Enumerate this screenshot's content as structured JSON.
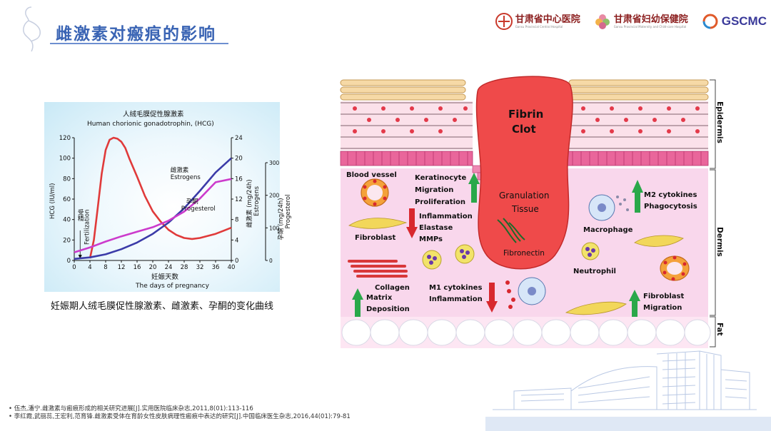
{
  "title": "雌激素对瘢痕的影响",
  "logos": [
    {
      "cn": "甘肃省中心医院",
      "en": "Gansu Provincial Central Hospital",
      "color": "#8b1d1d"
    },
    {
      "cn": "甘肃省妇幼保健院",
      "en": "Gansu Provincial Maternity and Child-care Hospital",
      "color": "#8b1d1d"
    },
    {
      "cn": "GSCMC",
      "en": "",
      "color": "#3a3a9a"
    }
  ],
  "chart_data": {
    "type": "line",
    "title": "人绒毛膜促性腺激素",
    "subtitle": "Human chorionic gonadotrophin, (HCG)",
    "xlabel": "妊娠天数",
    "xlabel_en": "The days of pregnancy",
    "xticks": [
      "0",
      "4",
      "8",
      "12",
      "16",
      "20",
      "24",
      "28",
      "32",
      "36",
      "40"
    ],
    "xlim": [
      0,
      40
    ],
    "ylabel_left": "HCG (IU/ml)",
    "yticks_left": [
      "0",
      "20",
      "40",
      "60",
      "80",
      "100",
      "120"
    ],
    "ylim_left": [
      0,
      120
    ],
    "ylabel_mid_cn": "雌激素 (mg/24h)",
    "ylabel_mid_en": "Estrogens",
    "yticks_mid": [
      "0",
      "4",
      "8",
      "12",
      "16",
      "20",
      "24"
    ],
    "ylim_mid": [
      0,
      24
    ],
    "ylabel_right_cn": "孕酮 (mg/24h)",
    "ylabel_right_en": "Progesterol",
    "yticks_right": [
      "0",
      "100",
      "200",
      "300"
    ],
    "ylim_right": [
      0,
      300
    ],
    "fert_cn": "受精",
    "fert_en": "Fertilization",
    "fert_x": 1.5,
    "series": [
      {
        "name": "HCG",
        "axis": "left",
        "color": "#e03a3a",
        "x": [
          4,
          5,
          6,
          7,
          8,
          9,
          10,
          11,
          12,
          13,
          14,
          16,
          18,
          20,
          22,
          24,
          26,
          28,
          30,
          32,
          34,
          36,
          38,
          40
        ],
        "y": [
          2,
          20,
          52,
          85,
          108,
          118,
          120,
          119,
          116,
          110,
          100,
          82,
          63,
          48,
          38,
          30,
          25,
          22,
          21,
          22,
          24,
          26,
          29,
          32
        ]
      },
      {
        "name": "Estrogens",
        "label_cn": "雌激素",
        "label_en": "Estrogens",
        "axis": "mid",
        "color": "#3b3ba8",
        "x": [
          0,
          4,
          8,
          12,
          16,
          20,
          24,
          28,
          32,
          36,
          40
        ],
        "y": [
          0.3,
          0.6,
          1.2,
          2.2,
          3.5,
          5.2,
          7.4,
          10.2,
          13.6,
          17.2,
          20
        ]
      },
      {
        "name": "Progesterol",
        "label_cn": "孕酮",
        "label_en": "Progesterol",
        "axis": "right",
        "color": "#cc3bcc",
        "x": [
          0,
          4,
          8,
          12,
          16,
          20,
          24,
          28,
          32,
          36,
          40
        ],
        "y": [
          25,
          40,
          58,
          74,
          88,
          102,
          122,
          150,
          190,
          240,
          250
        ]
      }
    ]
  },
  "chart_caption": "妊娠期人绒毛膜促性腺激素、雌激素、孕酮的变化曲线",
  "diagram": {
    "fibrin_clot_1": "Fibrin",
    "fibrin_clot_2": "Clot",
    "granulation_1": "Granulation",
    "granulation_2": "Tissue",
    "fibronectin": "Fibronectin",
    "blood_vessel": "Blood vessel",
    "fibroblast": "Fibroblast",
    "collagen": "Collagen",
    "macrophage": "Macrophage",
    "neutrophil": "Neutrophil",
    "keratinocyte_1": "Keratinocyte",
    "keratinocyte_2": "Migration",
    "keratinocyte_3": "Proliferation",
    "inflammation_1": "Inflammation",
    "inflammation_2": "Elastase",
    "inflammation_3": "MMPs",
    "m2_1": "M2 cytokines",
    "m2_2": "Phagocytosis",
    "m1_1": "M1 cytokines",
    "m1_2": "Inflammation",
    "matrix_1": "Matrix",
    "matrix_2": "Deposition",
    "fibroblast_mig_1": "Fibroblast",
    "fibroblast_mig_2": "Migration"
  },
  "layers": {
    "epidermis": "Epidermis",
    "dermis": "Dermis",
    "fat": "Fat"
  },
  "references": [
    "伍杰,潘宁.雌激素与瘢痕形成的相关研究进展[J].实用医院临床杂志,2011,8(01):113-116",
    "李红霞,武丽蕊,王宏利,范育锋.雌激素受体在育龄女性皮肤病理性瘢痕中表达的研究[J].中国临床医生杂志,2016,44(01):79-81"
  ]
}
